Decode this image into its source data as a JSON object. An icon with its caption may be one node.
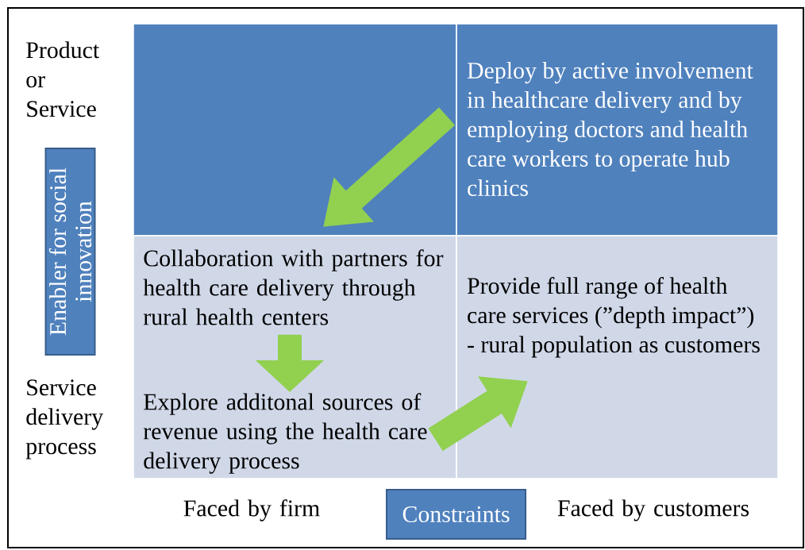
{
  "diagram": {
    "nodes": [
      {
        "text": [],
        "shape": "box"
      },
      {
        "text": [
          "Deploy by active involvement in healthcare delivery and by employing doctors and health care workers to operate hub clinics"
        ]
      },
      {
        "text": [],
        "shape": "box"
      },
      {
        "text": [
          "Collaboration with partners for health care delivery through rural health centers"
        ],
        "in": 2
      },
      {
        "text": [
          "Explore additonal sources of revenue using the health care delivery process"
        ],
        "in": 2
      },
      {
        "text": [
          "Provide full range of health care services (”depth impact”) - rural population as customers"
        ]
      },
      {
        "text": [
          "Enabler for social innovation"
        ]
      },
      {
        "text": [
          "Constraints"
        ]
      }
    ],
    "edges": [
      {
        "from": 1,
        "to": 0,
        "arrow": "to"
      },
      {
        "from": 3,
        "to": 4,
        "arrow": "to"
      },
      {
        "from": 4,
        "to": 5,
        "arrow": "to"
      }
    ],
    "labels": [
      "Product or Service",
      "Service delivery process",
      "Faced by firm",
      "Faced by customers"
    ]
  }
}
